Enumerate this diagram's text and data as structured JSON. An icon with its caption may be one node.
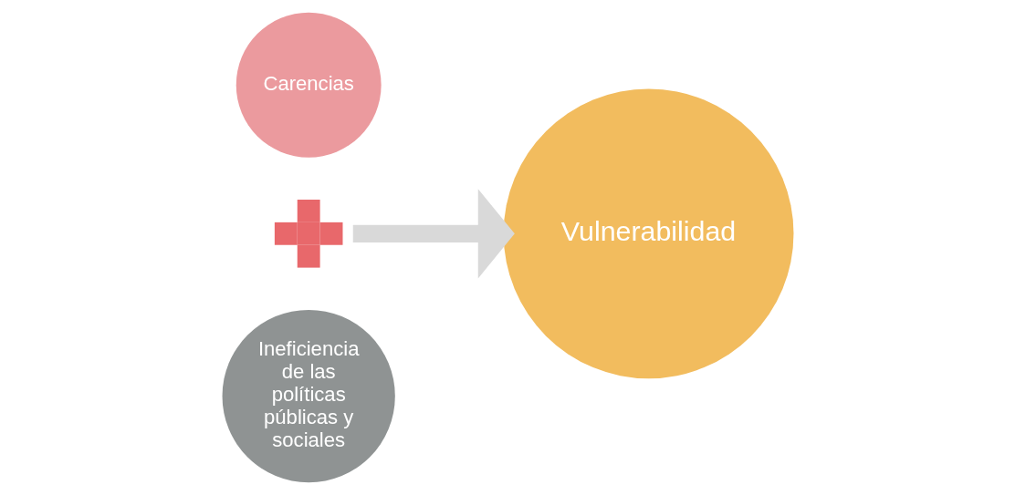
{
  "diagram": {
    "nodes": [
      {
        "text": [
          "Carencias"
        ]
      },
      {
        "text": [],
        "shape": "plus"
      },
      {
        "text": [
          "Ineficiencia de las políticas públicas y sociales"
        ]
      },
      {
        "text": [
          "Vulnerabilidad"
        ]
      }
    ],
    "edges": [
      {
        "from": 1,
        "to": 3,
        "arrow": "to"
      }
    ]
  }
}
